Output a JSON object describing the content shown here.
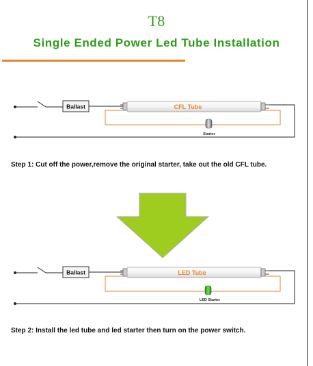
{
  "header": {
    "t8_label": "T8",
    "title": "Single Ended Power Led Tube Installation"
  },
  "diagram1": {
    "ballast_label": "Ballast",
    "tube_label": "CFL Tube",
    "starter_label": "Starter"
  },
  "step1_text": "Step 1: Cut off the power,remove the original starter, take out the old CFL tube.",
  "diagram2": {
    "ballast_label": "Ballast",
    "tube_label": "LED Tube",
    "starter_label": "LED Starter"
  },
  "step2_text": "Step 2: Install the led tube and led starter then turn on the power switch.",
  "colors": {
    "title_green": "#2e9c1b",
    "accent_orange": "#e4862b",
    "arrow_green": "#9ecd1f",
    "led_green": "#3fbf2a"
  }
}
